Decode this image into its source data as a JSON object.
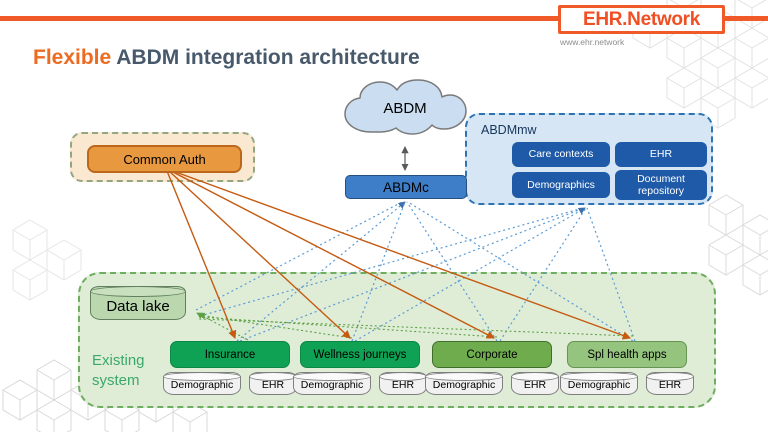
{
  "logo": {
    "brand": "EHR.Network",
    "url": "www.ehr.network"
  },
  "title": {
    "highlight": "Flexible",
    "rest": "ABDM integration architecture"
  },
  "cloud_label": "ABDM",
  "abdmc_label": "ABDMc",
  "abdmmw": {
    "label": "ABDMmw",
    "modules": [
      "Care contexts",
      "EHR",
      "Demographics",
      "Document repository"
    ]
  },
  "common_auth_label": "Common Auth",
  "existing": {
    "label": "Existing system",
    "data_lake_label": "Data lake",
    "apps": [
      {
        "name": "Insurance",
        "color": "#0FA254",
        "border": "#0B8746",
        "stores": [
          "Demographic",
          "EHR"
        ]
      },
      {
        "name": "Wellness journeys",
        "color": "#0FA254",
        "border": "#0B8746",
        "stores": [
          "Demographic",
          "EHR"
        ]
      },
      {
        "name": "Corporate",
        "color": "#6FAC4E",
        "border": "#426E2C",
        "stores": [
          "Demographic",
          "EHR"
        ]
      },
      {
        "name": "Spl health apps",
        "color": "#95C47E",
        "border": "#679455",
        "stores": [
          "Demographic",
          "EHR"
        ]
      }
    ]
  },
  "colors": {
    "accent_orange": "#F05A28",
    "title_orange": "#ED6B21",
    "title_slate": "#47596B",
    "connector_orange": "#C55A11",
    "connector_blue": "#5B9BD5",
    "connector_green": "#5FA046",
    "abdmc_fill": "#3E7DC8",
    "module_fill": "#1F5AA8",
    "abdmmw_fill": "#D6E6F5",
    "common_auth_fill": "#E8993F",
    "existing_fill": "#DFEDD7",
    "data_lake_fill": "#BAD7AE"
  }
}
